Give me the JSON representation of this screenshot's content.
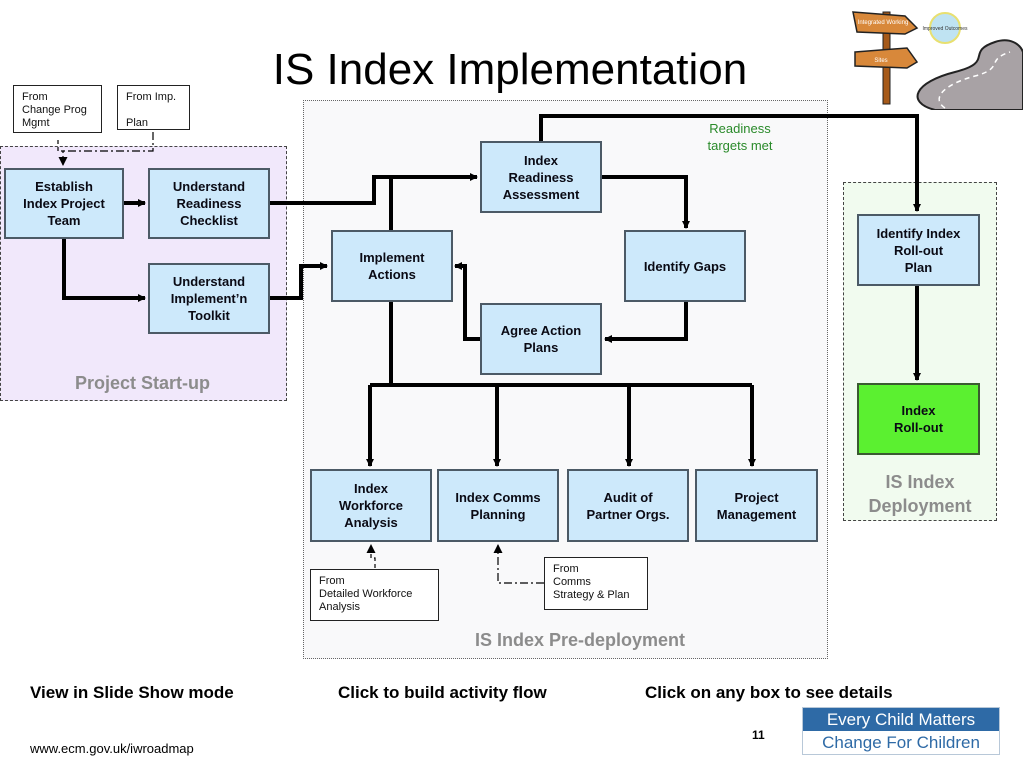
{
  "title": "IS Index Implementation",
  "logo": {
    "signpost_labels": [
      "Integrated Working",
      "Sites"
    ],
    "sun_label": "Improved Outcomes"
  },
  "regions": {
    "startup": "Project Start-up",
    "predeploy": "IS Index Pre-deployment",
    "deploy": "IS Index\nDeployment"
  },
  "notes": {
    "change_prog": "From\nChange Prog\nMgmt",
    "imp_plan": "From Imp.\n\nPlan",
    "workforce": "From\nDetailed Workforce\nAnalysis",
    "comms": "From\nComms\nStrategy & Plan"
  },
  "boxes": {
    "establish": "Establish\nIndex Project\nTeam",
    "readiness_checklist": "Understand\nReadiness\nChecklist",
    "toolkit": "Understand\nImplement’n\nToolkit",
    "readiness_assessment": "Index\nReadiness\nAssessment",
    "implement_actions": "Implement\nActions",
    "identify_gaps": "Identify Gaps",
    "agree_plans": "Agree Action\nPlans",
    "workforce_analysis": "Index\nWorkforce\nAnalysis",
    "comms_planning": "Index Comms\nPlanning",
    "audit_partners": "Audit of\nPartner Orgs.",
    "project_mgmt": "Project\nManagement",
    "rollout_plan": "Identify Index\nRoll-out\nPlan",
    "rollout": "Index\nRoll-out"
  },
  "annotations": {
    "readiness_met": "Readiness\ntargets met"
  },
  "footer": {
    "slideshow": "View in Slide Show mode",
    "build": "Click to build activity flow",
    "details": "Click on any box to see details",
    "url": "www.ecm.gov.uk/iwroadmap",
    "page_number": "11",
    "brand_top": "Every Child Matters",
    "brand_bottom": "Change For Children"
  },
  "colors": {
    "box_fill": "#cde9fb",
    "rollout_fill": "#5bf030",
    "startup_bg": "#f1e8fb",
    "deploy_bg": "#f1fbef",
    "brand_blue": "#2e6aa6",
    "annotation_green": "#2a8a2a"
  }
}
